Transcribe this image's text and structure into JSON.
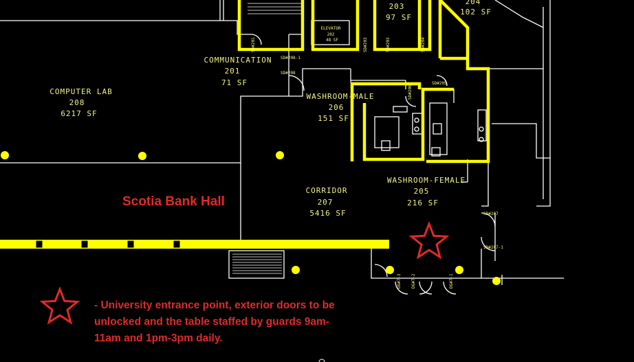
{
  "rooms": [
    {
      "id": "computer-lab",
      "name": "COMPUTER LAB",
      "number": "208",
      "area": "6217 SF"
    },
    {
      "id": "communication",
      "name": "COMMUNICATION",
      "number": "201",
      "area": "71 SF"
    },
    {
      "id": "washroom-male",
      "name": "WASHROOM-MALE",
      "number": "206",
      "area": "151 SF"
    },
    {
      "id": "corridor",
      "name": "CORRIDOR",
      "number": "207",
      "area": "5416 SF"
    },
    {
      "id": "washroom-female",
      "name": "WASHROOM-FEMALE",
      "number": "205",
      "area": "216 SF"
    },
    {
      "id": "room-203",
      "name": "",
      "number": "203",
      "area": "97 SF"
    },
    {
      "id": "room-204",
      "name": "",
      "number": "204",
      "area": "102 SF"
    },
    {
      "id": "elevator",
      "name": "ELEVATOR",
      "number": "202",
      "area": "48 SF"
    }
  ],
  "door_tags": [
    "SD#201",
    "SD#208-1",
    "SD#208",
    "SD#203",
    "SD#203",
    "SD#205",
    "SD#206",
    "SD#207",
    "SD#207-1",
    "DG#7-3",
    "DG#7-2",
    "DG#7-1",
    "SD#204"
  ],
  "hall_label": "Scotia Bank Hall",
  "legend": {
    "marker": "star",
    "text": "- University entrance point, exterior doors to be unlocked and the table staffed by guards 9am-11am and 1pm-3pm daily."
  },
  "colors": {
    "background": "#000000",
    "wall": "#ffff00",
    "linework": "#ffffff",
    "marker": "#e02a2a",
    "label": "#f2f28a"
  }
}
